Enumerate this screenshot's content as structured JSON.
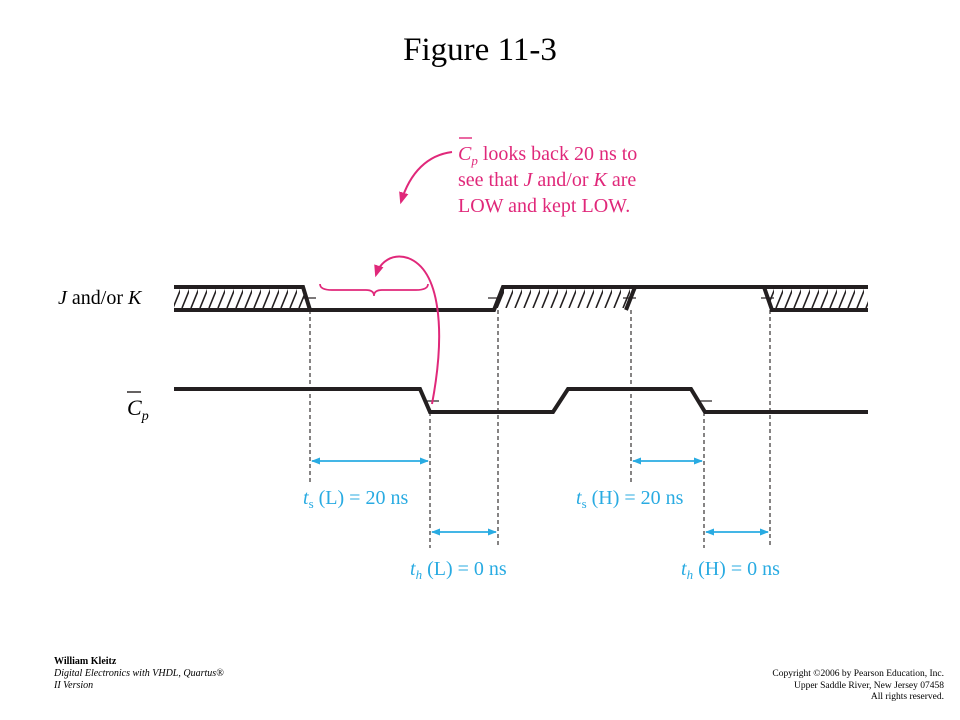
{
  "title": "Figure 11-3",
  "signals": {
    "jk": {
      "label_j": "J",
      "label_and_or": " and/or ",
      "label_k": "K"
    },
    "cp": {
      "label": "C",
      "sub": "p"
    }
  },
  "annotation": {
    "line1_c": "C",
    "line1_sub": "p",
    "line1_rest": " looks back 20 ns to",
    "line2_pre": "see that ",
    "line2_j": "J",
    "line2_mid": " and/or ",
    "line2_k": "K",
    "line2_post": " are",
    "line3": "LOW and kept LOW."
  },
  "measurements": {
    "ts_low": {
      "symbol": "t",
      "sub": "s",
      "rest": " (L) = 20 ns"
    },
    "ts_high": {
      "symbol": "t",
      "sub": "s",
      "rest": " (H) = 20 ns"
    },
    "th_low": {
      "symbol": "t",
      "sub": "h",
      "rest": " (L) = 0 ns"
    },
    "th_high": {
      "symbol": "t",
      "sub": "h",
      "rest": " (H) = 0 ns"
    }
  },
  "footer": {
    "author": "William Kleitz",
    "book_line1": "Digital Electronics  with VHDL, Quartus®",
    "book_line2": "II Version",
    "copyright_line1": "Copyright ©2006 by Pearson Education, Inc.",
    "copyright_line2": "Upper Saddle River, New Jersey 07458",
    "copyright_line3": "All rights reserved."
  },
  "colors": {
    "signal": "#231f20",
    "dimension": "#29abe2",
    "callout": "#e0287a"
  }
}
